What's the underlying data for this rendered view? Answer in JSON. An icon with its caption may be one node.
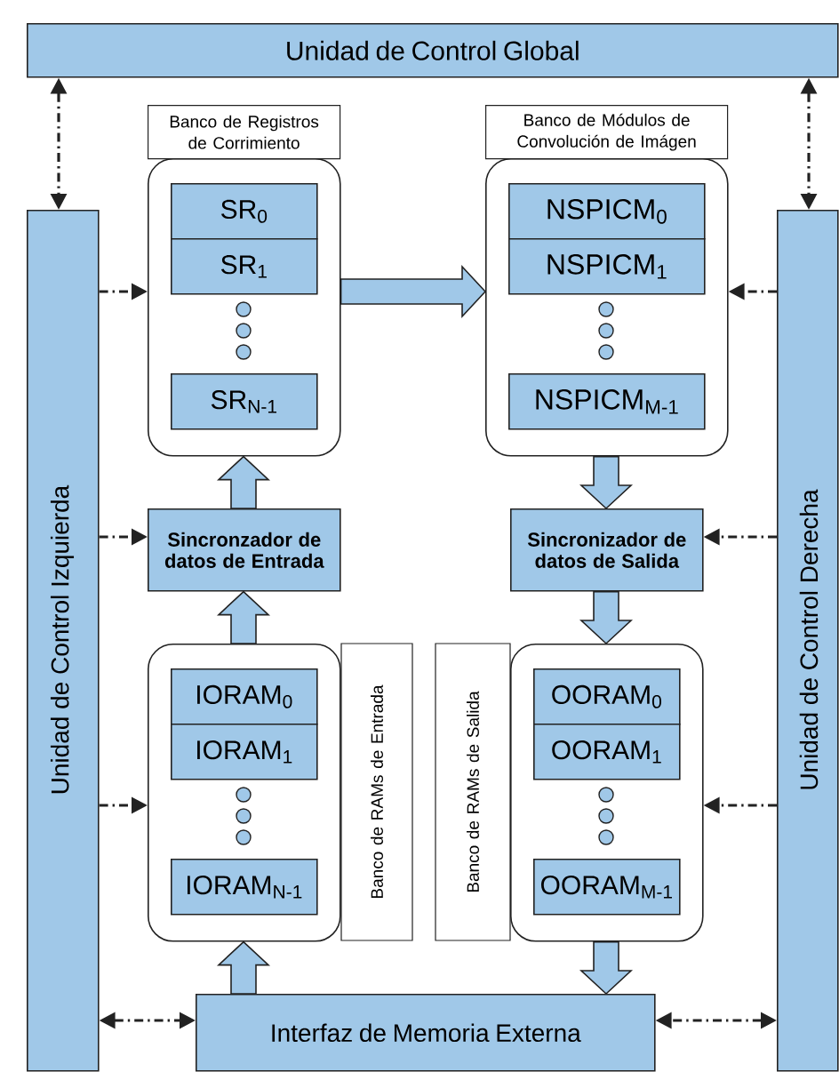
{
  "diagram": {
    "nodes": [
      {
        "text": [
          "Unidad de Control Global"
        ]
      },
      {
        "text": [
          "Unidad de Control Izquierda"
        ]
      },
      {
        "text": [
          "Unidad de Control Derecha"
        ]
      },
      {
        "text": [
          "Banco de Registros de Corrimiento"
        ]
      },
      {
        "text": [
          "SR$_{0}$"
        ],
        "in": 3
      },
      {
        "text": [
          "SR$_{1}$"
        ],
        "in": 3
      },
      {
        "text": [
          "SR$_{N-1}$"
        ],
        "in": 3
      },
      {
        "text": [
          "Banco de Módulos de Convolución de Imágen"
        ]
      },
      {
        "text": [
          "NSPICM$_{0}$"
        ],
        "in": 7
      },
      {
        "text": [
          "NSPICM$_{1}$"
        ],
        "in": 7
      },
      {
        "text": [
          "NSPICM$_{M-1}$"
        ],
        "in": 7
      },
      {
        "text": [
          "Sincronzador de datos de Entrada"
        ]
      },
      {
        "text": [
          "Sincronizador de datos de Salida"
        ]
      },
      {
        "text": [
          "Banco de RAMs de Entrada"
        ]
      },
      {
        "text": [
          "IORAM$_{0}$"
        ],
        "in": 13
      },
      {
        "text": [
          "IORAM$_{1}$"
        ],
        "in": 13
      },
      {
        "text": [
          "IORAM$_{N-1}$"
        ],
        "in": 13
      },
      {
        "text": [
          "Banco de RAMs de Salida"
        ]
      },
      {
        "text": [
          "OORAM$_{0}$"
        ],
        "in": 17
      },
      {
        "text": [
          "OORAM$_{1}$"
        ],
        "in": 17
      },
      {
        "text": [
          "OORAM$_{M-1}$"
        ],
        "in": 17
      },
      {
        "text": [
          "Interfaz de Memoria Externa"
        ]
      }
    ],
    "edges": [
      {
        "from": 0,
        "to": 1,
        "arrow": "both",
        "style": "dashed"
      },
      {
        "from": 0,
        "to": 2,
        "arrow": "both",
        "style": "dashed"
      },
      {
        "from": 1,
        "to": 3,
        "arrow": "to",
        "style": "dashed"
      },
      {
        "from": 1,
        "to": 11,
        "arrow": "to",
        "style": "dashed"
      },
      {
        "from": 1,
        "to": 13,
        "arrow": "to",
        "style": "dashed"
      },
      {
        "from": 1,
        "to": 21,
        "arrow": "both",
        "style": "dashed"
      },
      {
        "from": 2,
        "to": 7,
        "arrow": "to",
        "style": "dashed"
      },
      {
        "from": 2,
        "to": 12,
        "arrow": "to",
        "style": "dashed"
      },
      {
        "from": 2,
        "to": 17,
        "arrow": "to",
        "style": "dashed"
      },
      {
        "from": 2,
        "to": 21,
        "arrow": "both",
        "style": "dashed"
      },
      {
        "from": 3,
        "to": 7,
        "arrow": "to",
        "style": "thick"
      },
      {
        "from": 11,
        "to": 3,
        "arrow": "to",
        "style": "thick"
      },
      {
        "from": 13,
        "to": 11,
        "arrow": "to",
        "style": "thick"
      },
      {
        "from": 21,
        "to": 13,
        "arrow": "to",
        "style": "thick"
      },
      {
        "from": 7,
        "to": 12,
        "arrow": "to",
        "style": "thick"
      },
      {
        "from": 12,
        "to": 17,
        "arrow": "to",
        "style": "thick"
      },
      {
        "from": 17,
        "to": 21,
        "arrow": "to",
        "style": "thick"
      }
    ]
  }
}
